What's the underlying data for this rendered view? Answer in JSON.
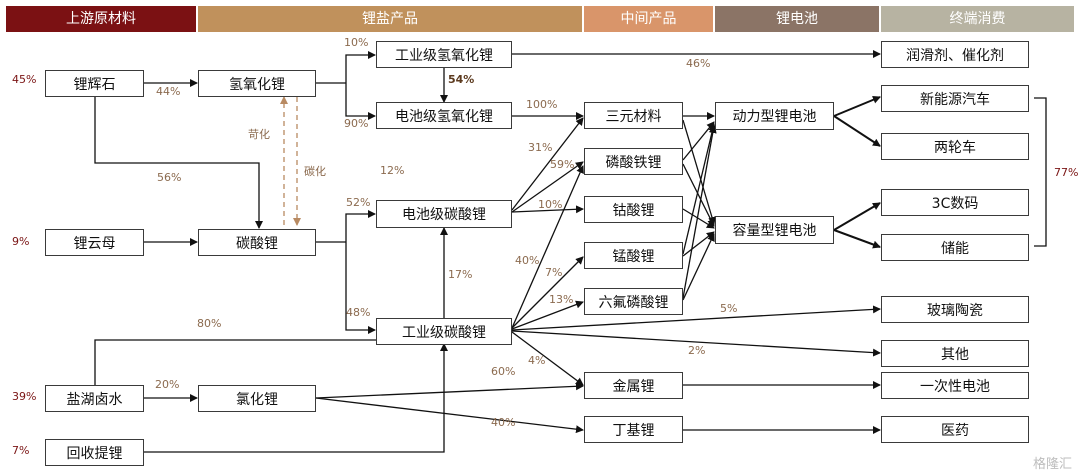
{
  "colors": {
    "upstream": "#7b1113",
    "salts": "#c0915c",
    "intermediate": "#d9956a",
    "battery": "#8b7466",
    "end": "#b7b3a2",
    "arrow": "#111111",
    "dashed": "#b88a62",
    "label": "#8b6a4e"
  },
  "headers": {
    "upstream": "上游原材料",
    "salts": "锂盐产品",
    "intermediate": "中间产品",
    "battery": "锂电池",
    "end": "终端消费"
  },
  "nodes": {
    "spodumene": "锂辉石",
    "lepidolite": "锂云母",
    "brine": "盐湖卤水",
    "recycle": "回收提锂",
    "lioh": "氢氧化锂",
    "li2co3": "碳酸锂",
    "licl": "氯化锂",
    "ind_lioh": "工业级氢氧化锂",
    "bat_lioh": "电池级氢氧化锂",
    "bat_li2co3": "电池级碳酸锂",
    "ind_li2co3": "工业级碳酸锂",
    "ternary": "三元材料",
    "lfp": "磷酸铁锂",
    "lco": "钴酸锂",
    "lmo": "锰酸锂",
    "lipf6": "六氟磷酸锂",
    "li_metal": "金属锂",
    "butyl_li": "丁基锂",
    "power_bat": "动力型锂电池",
    "cap_bat": "容量型锂电池",
    "lubricant": "润滑剂、催化剂",
    "nev": "新能源汽车",
    "two_wheel": "两轮车",
    "c3": "3C数码",
    "storage": "储能",
    "glass": "玻璃陶瓷",
    "other": "其他",
    "primary_bat": "一次性电池",
    "medicine": "医药"
  },
  "shares": {
    "spodumene": "45%",
    "lepidolite": "9%",
    "brine": "39%",
    "recycle": "7%",
    "end_bracket": "77%"
  },
  "flows": {
    "spod_lioh": "44%",
    "spod_li2co3": "56%",
    "lioh_ind": "10%",
    "lioh_bat": "90%",
    "ind_bat_lioh": "54%",
    "ind_lioh_lub": "46%",
    "bat_lioh_ternary": "100%",
    "li2co3_bat": "52%",
    "li2co3_ind": "48%",
    "ind_to_bat_li2co3": "17%",
    "bat_li2co3_ternary": "31%",
    "bat_li2co3_lfp": "59%",
    "bat_li2co3_lco": "10%",
    "bat_lioh_li2co3_side": "12%",
    "ind_lfp": "40%",
    "ind_lmo": "7%",
    "ind_lipf6": "13%",
    "ind_glass": "5%",
    "ind_other": "2%",
    "ind_metal": "4%",
    "brine_ind": "80%",
    "brine_licl": "20%",
    "licl_metal": "60%",
    "licl_butyl": "40%",
    "causticize": "苛化",
    "carbonize": "碳化"
  },
  "watermark": "格隆汇"
}
